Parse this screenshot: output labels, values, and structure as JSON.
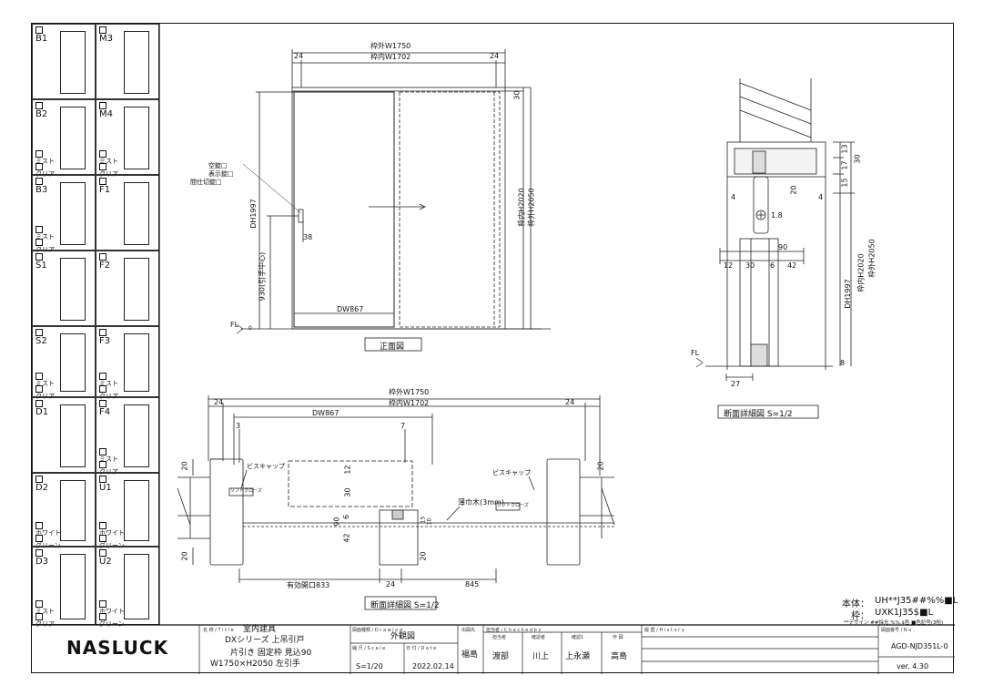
{
  "catalog": [
    {
      "code": "B1",
      "opts": []
    },
    {
      "code": "M3",
      "opts": []
    },
    {
      "code": "B2",
      "opts": [
        "ミスト",
        "クリア"
      ]
    },
    {
      "code": "M4",
      "opts": [
        "ミスト",
        "クリア"
      ]
    },
    {
      "code": "B3",
      "opts": [
        "ミスト",
        "クリア"
      ]
    },
    {
      "code": "F1",
      "opts": []
    },
    {
      "code": "S1",
      "opts": []
    },
    {
      "code": "F2",
      "opts": []
    },
    {
      "code": "S2",
      "opts": [
        "ミスト",
        "クリア"
      ]
    },
    {
      "code": "F3",
      "opts": [
        "ミスト",
        "クリア"
      ]
    },
    {
      "code": "D1",
      "opts": []
    },
    {
      "code": "F4",
      "opts": [
        "ミスト",
        "クリア"
      ]
    },
    {
      "code": "D2",
      "opts": [
        "ホワイト",
        "グリーン"
      ]
    },
    {
      "code": "U1",
      "opts": [
        "ホワイト",
        "グリーン"
      ]
    },
    {
      "code": "D3",
      "opts": [
        "ミスト",
        "クリア"
      ]
    },
    {
      "code": "U2",
      "opts": [
        "ホワイト",
        "グリーン"
      ]
    }
  ],
  "front": {
    "w_outer": "枠外W1750",
    "w_inner": "枠内W1702",
    "left_24": "24",
    "right_24": "24",
    "h_outer": "枠外H2050",
    "h_inner": "枠内H2020",
    "top_30": "30",
    "dh": "DH1997",
    "handle_h": "930(引手中心)",
    "dim_38": "38",
    "dw": "DW867",
    "options": [
      "空錠□",
      "表示錠□",
      "間仕切錠□"
    ],
    "fl": "FL",
    "fl_zero": "0",
    "caption": "正面図"
  },
  "section": {
    "w_outer": "枠外W1750",
    "w_inner": "枠内W1702",
    "l24": "24",
    "r24": "24",
    "dw": "DW867",
    "d3": "3",
    "d7": "7",
    "screw_l": "ビスキャップ",
    "screw_r": "ビスキャップ",
    "soft_l": "ソフトクローズ",
    "soft_r": "ソフトクローズ",
    "d20a": "20",
    "d12": "12",
    "d30": "30",
    "d90": "90",
    "d6": "6",
    "d42": "42",
    "d15": "15",
    "d10": "10",
    "d20b": "20",
    "d20c": "20",
    "d20d": "20",
    "batten": "薄巾木(3mm)",
    "eff": "有効開口833",
    "b24": "24",
    "b845": "845",
    "caption": "断面詳細図 S=1/2"
  },
  "vsection": {
    "d13": "13",
    "d17": "17",
    "d30": "30",
    "d15": "15",
    "d20": "20",
    "d4l": "4",
    "d4r": "4",
    "d18": "1.8",
    "d90": "90",
    "d12": "12",
    "d30b": "30",
    "d6": "6",
    "d42": "42",
    "dh": "DH1997",
    "h_inner": "枠内H2020",
    "h_outer": "枠外H2050",
    "fl": "FL",
    "d8": "8",
    "d27": "27",
    "caption": "断面詳細図 S=1/2"
  },
  "spec": {
    "body_label": "本体：",
    "body_val": "UH**J35##%%■L",
    "frame_label": "枠：",
    "frame_val": "UXK1J35$■L",
    "note": "**デザイン ##採光 %%.$色 ■色記号(3桁)"
  },
  "titleblock": {
    "brand": "NASLUCK",
    "title_lbl": "名 称 / T i t l e",
    "t1": "室内建具",
    "t2": "DXシリーズ 上吊引戸",
    "t3": "片引き 固定枠 見込90",
    "t4": "W1750×H2050 左引手",
    "drawing_lbl": "図面種類 / D r a w i n g",
    "drawing": "外観図",
    "scale_lbl": "縮 尺 / S c a l e",
    "scale": "S=1/20",
    "date_lbl": "日 付 / D a t e",
    "date": "2022.02.14",
    "place_lbl": "出図先",
    "place": "福島",
    "check_lbl": "担当者 / C h e c k e d b y",
    "roles": [
      "担当者",
      "確認者",
      "確認1",
      "作 図"
    ],
    "names": [
      "渡部",
      "川上",
      "上永瀬",
      "高島"
    ],
    "history_lbl": "履 歴 / H i s t o r y",
    "dwgno_lbl": "図面番号 / N o .",
    "dwgno": "AGD-NJD351L-0",
    "ver": "ver. 4.30"
  }
}
